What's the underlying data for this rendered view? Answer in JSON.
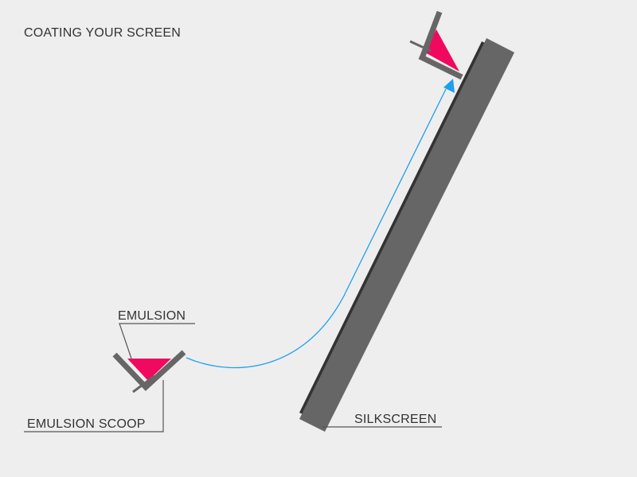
{
  "title": "COATING YOUR SCREEN",
  "labels": {
    "emulsion": "EMULSION",
    "scoop": "EMULSION SCOOP",
    "silkscreen": "SILKSCREEN"
  },
  "colors": {
    "background": "#eeeeee",
    "frame": "#666666",
    "frame_edge": "#333333",
    "emulsion": "#ef0a5f",
    "arrow": "#1ea0ee",
    "leader": "#555555",
    "text": "#333333"
  }
}
